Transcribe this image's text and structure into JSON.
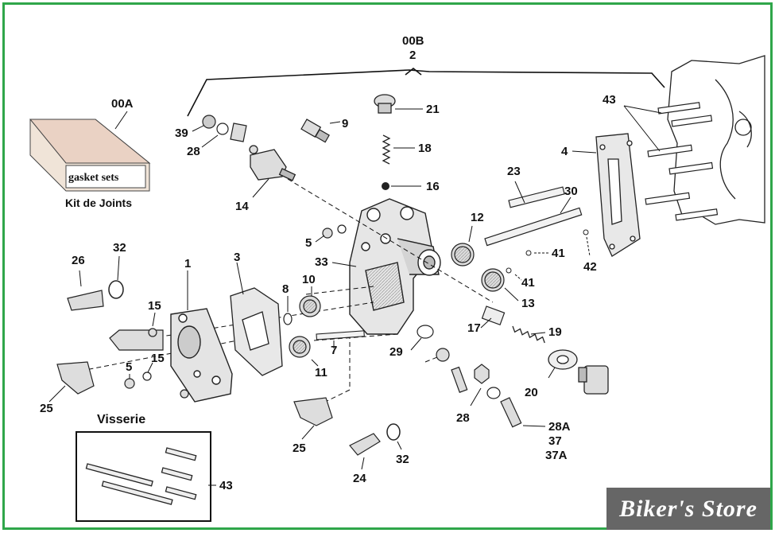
{
  "labels": {
    "l00B": "00B",
    "l2top": "2",
    "l00A": "00A",
    "l39": "39",
    "l28a": "28",
    "l9": "9",
    "l21": "21",
    "l18": "18",
    "l16": "16",
    "l14": "14",
    "l43a": "43",
    "l4": "4",
    "l23": "23",
    "l30": "30",
    "l12": "12",
    "l41a": "41",
    "l41b": "41",
    "l42": "42",
    "l13": "13",
    "l5a": "5",
    "l33": "33",
    "l26": "26",
    "l32a": "32",
    "l1": "1",
    "l3": "3",
    "l8": "8",
    "l10": "10",
    "l15a": "15",
    "l15b": "15",
    "l5b": "5",
    "l25a": "25",
    "l7": "7",
    "l11": "11",
    "l29": "29",
    "l17": "17",
    "l19": "19",
    "l20": "20",
    "l28b": "28",
    "l28A": "28A",
    "l37": "37",
    "l37A": "37A",
    "l25b": "25",
    "l24": "24",
    "l32b": "32",
    "l43b": "43"
  },
  "gasket": {
    "box_label": "gasket sets",
    "caption": "Kit de Joints"
  },
  "visserie": {
    "title": "Visserie"
  },
  "brand": {
    "text": "Biker's Store"
  },
  "colors": {
    "frame": "#2fa64a",
    "brand_bg": "#666666",
    "ink": "#111111"
  }
}
